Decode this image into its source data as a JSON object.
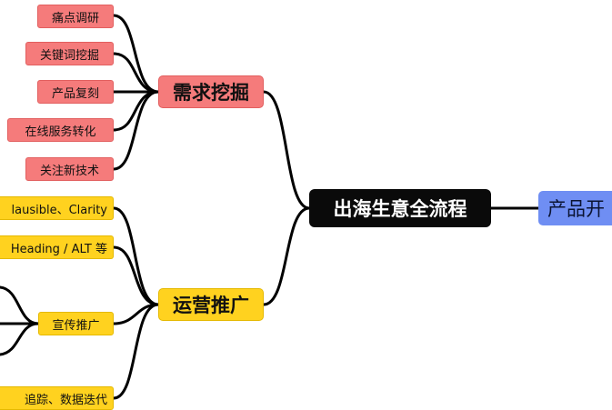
{
  "colors": {
    "red_node": "#f57b7b",
    "yellow_node": "#ffd21f",
    "root_node": "#0a0a0a",
    "blue_node": "#6f8ef3",
    "edge": "#000000"
  },
  "root": {
    "label": "出海生意全流程"
  },
  "right_branch": {
    "label": "产品开"
  },
  "branches": [
    {
      "id": "demand",
      "label": "需求挖掘",
      "color": "red",
      "children": [
        {
          "label": "痛点调研"
        },
        {
          "label": "关键词挖掘"
        },
        {
          "label": "产品复刻"
        },
        {
          "label": "在线服务转化"
        },
        {
          "label": "关注新技术"
        }
      ]
    },
    {
      "id": "operations",
      "label": "运营推广",
      "color": "yellow",
      "children": [
        {
          "label": "lausible、Clarity"
        },
        {
          "label": "Heading / ALT 等"
        },
        {
          "label": "宣传推广"
        },
        {
          "label": "追踪、数据迭代"
        }
      ]
    }
  ]
}
